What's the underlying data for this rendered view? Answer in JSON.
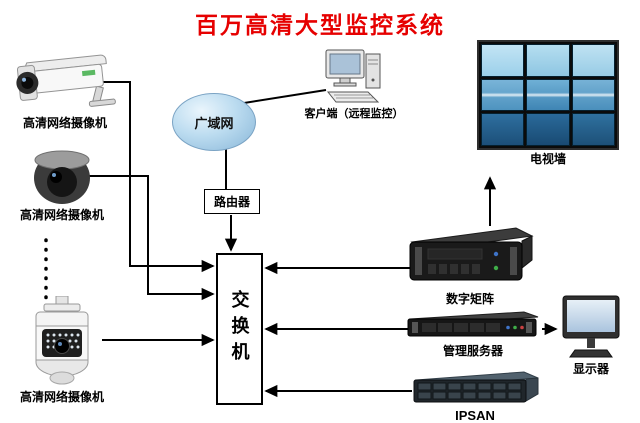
{
  "title": "百万高清大型监控系统",
  "colors": {
    "title": "#e60000",
    "connector": "#000000",
    "wan_fill": "#bcdcf0"
  },
  "nodes": {
    "camera_bullet": {
      "label": "高清网络摄像机",
      "icon": "bullet-camera-icon"
    },
    "camera_dome": {
      "label": "高清网络摄像机",
      "icon": "dome-camera-icon"
    },
    "camera_ptz": {
      "label": "高清网络摄像机",
      "icon": "ptz-camera-icon"
    },
    "wan": {
      "label": "广域网",
      "icon": "wan-cloud"
    },
    "client": {
      "label": "客户端（远程监控）",
      "icon": "desktop-computer-icon"
    },
    "router": {
      "label": "路由器"
    },
    "switch": {
      "label": "交换机"
    },
    "tv_wall": {
      "label": "电视墙",
      "icon": "video-wall-icon"
    },
    "matrix": {
      "label": "数字矩阵",
      "icon": "digital-matrix-icon"
    },
    "mgmt_server": {
      "label": "管理服务器",
      "icon": "rack-server-icon"
    },
    "monitor": {
      "label": "显示器",
      "icon": "monitor-icon"
    },
    "ipsan": {
      "label": "IPSAN",
      "icon": "storage-array-icon"
    }
  },
  "edges": [
    {
      "from": "camera_bullet",
      "to": "switch",
      "arrow": "to"
    },
    {
      "from": "camera_dome",
      "to": "switch",
      "arrow": "to"
    },
    {
      "from": "camera_ptz",
      "to": "switch",
      "arrow": "to"
    },
    {
      "from": "wan",
      "to": "client",
      "arrow": "none"
    },
    {
      "from": "wan",
      "to": "router",
      "arrow": "none"
    },
    {
      "from": "router",
      "to": "switch",
      "arrow": "to"
    },
    {
      "from": "matrix",
      "to": "switch",
      "arrow": "to"
    },
    {
      "from": "matrix",
      "to": "tv_wall",
      "arrow": "to"
    },
    {
      "from": "mgmt_server",
      "to": "switch",
      "arrow": "to"
    },
    {
      "from": "mgmt_server",
      "to": "monitor",
      "arrow": "to"
    },
    {
      "from": "ipsan",
      "to": "switch",
      "arrow": "to"
    }
  ]
}
